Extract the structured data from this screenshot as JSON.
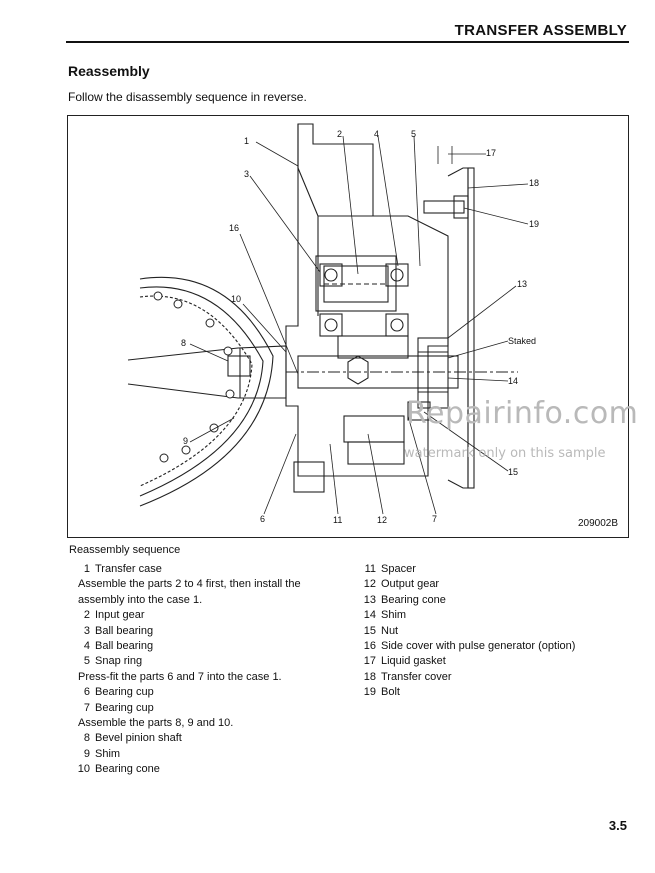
{
  "header": {
    "title": "TRANSFER ASSEMBLY"
  },
  "section": {
    "title": "Reassembly",
    "intro": "Follow the disassembly sequence in reverse."
  },
  "figure": {
    "id": "209002B",
    "callouts": [
      "1",
      "2",
      "3",
      "4",
      "5",
      "6",
      "7",
      "8",
      "9",
      "10",
      "11",
      "12",
      "13",
      "14",
      "15",
      "16",
      "17",
      "18",
      "19",
      "Staked"
    ],
    "watermark_main": "Repairinfo.com",
    "watermark_sub": "watermark only on this sample"
  },
  "sequence": {
    "caption": "Reassembly sequence",
    "left": [
      {
        "num": "1",
        "text": "Transfer case"
      },
      {
        "note": "Assemble the parts 2 to 4 first, then install the"
      },
      {
        "note": "assembly into the case 1."
      },
      {
        "num": "2",
        "text": "Input gear"
      },
      {
        "num": "3",
        "text": "Ball bearing"
      },
      {
        "num": "4",
        "text": "Ball bearing"
      },
      {
        "num": "5",
        "text": "Snap ring"
      },
      {
        "note": "Press-fit the parts 6 and 7 into the case 1."
      },
      {
        "num": "6",
        "text": "Bearing cup"
      },
      {
        "num": "7",
        "text": "Bearing cup"
      },
      {
        "note": "Assemble the parts 8, 9 and 10."
      },
      {
        "num": "8",
        "text": "Bevel pinion shaft"
      },
      {
        "num": "9",
        "text": "Shim"
      },
      {
        "num": "10",
        "text": "Bearing cone"
      }
    ],
    "right": [
      {
        "num": "11",
        "text": "Spacer"
      },
      {
        "num": "12",
        "text": "Output gear"
      },
      {
        "num": "13",
        "text": "Bearing cone"
      },
      {
        "num": "14",
        "text": "Shim"
      },
      {
        "num": "15",
        "text": "Nut"
      },
      {
        "num": "16",
        "text": "Side cover with pulse generator (option)"
      },
      {
        "num": "17",
        "text": "Liquid gasket"
      },
      {
        "num": "18",
        "text": "Transfer cover"
      },
      {
        "num": "19",
        "text": "Bolt"
      }
    ]
  },
  "page_number": "3.5"
}
